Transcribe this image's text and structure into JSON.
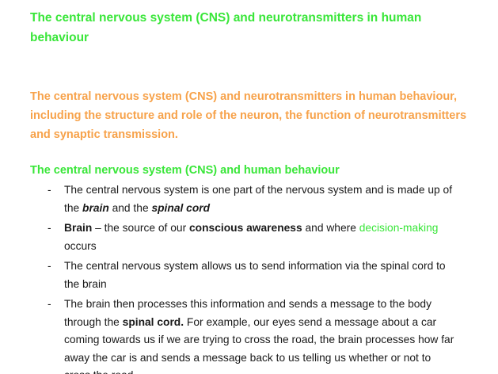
{
  "title": "The central nervous system (CNS) and neurotransmitters in human behaviour",
  "subtitle": "The central nervous system (CNS) and neurotransmitters in human behaviour, including the structure and role of the neuron, the function of neurotransmitters and synaptic transmission.",
  "section_heading": "The central nervous system (CNS) and human behaviour",
  "bullet_marker": "-",
  "bullets": [
    {
      "t1": "The central nervous system is one part of the nervous system and is made up of the ",
      "brain": "brain",
      "and": " and the ",
      "spinal_cord": "spinal cord"
    },
    {
      "brain_label": "Brain",
      "t1": " – the source of our ",
      "conscious_awareness": "conscious awareness",
      "t2": " and where ",
      "decision_making": "decision-making",
      "t3": " occurs"
    },
    {
      "text": "The central nervous system allows us to send information via the spinal cord to the brain"
    },
    {
      "t1": "The brain then processes this information and sends a message to the body through the ",
      "spinal_cord": "spinal cord.",
      "t2": " For example, our eyes send a message about a car coming towards us if we are trying to cross the road, the brain processes how far away the car is and sends a message back to us telling us whether or not to cross the road"
    }
  ]
}
